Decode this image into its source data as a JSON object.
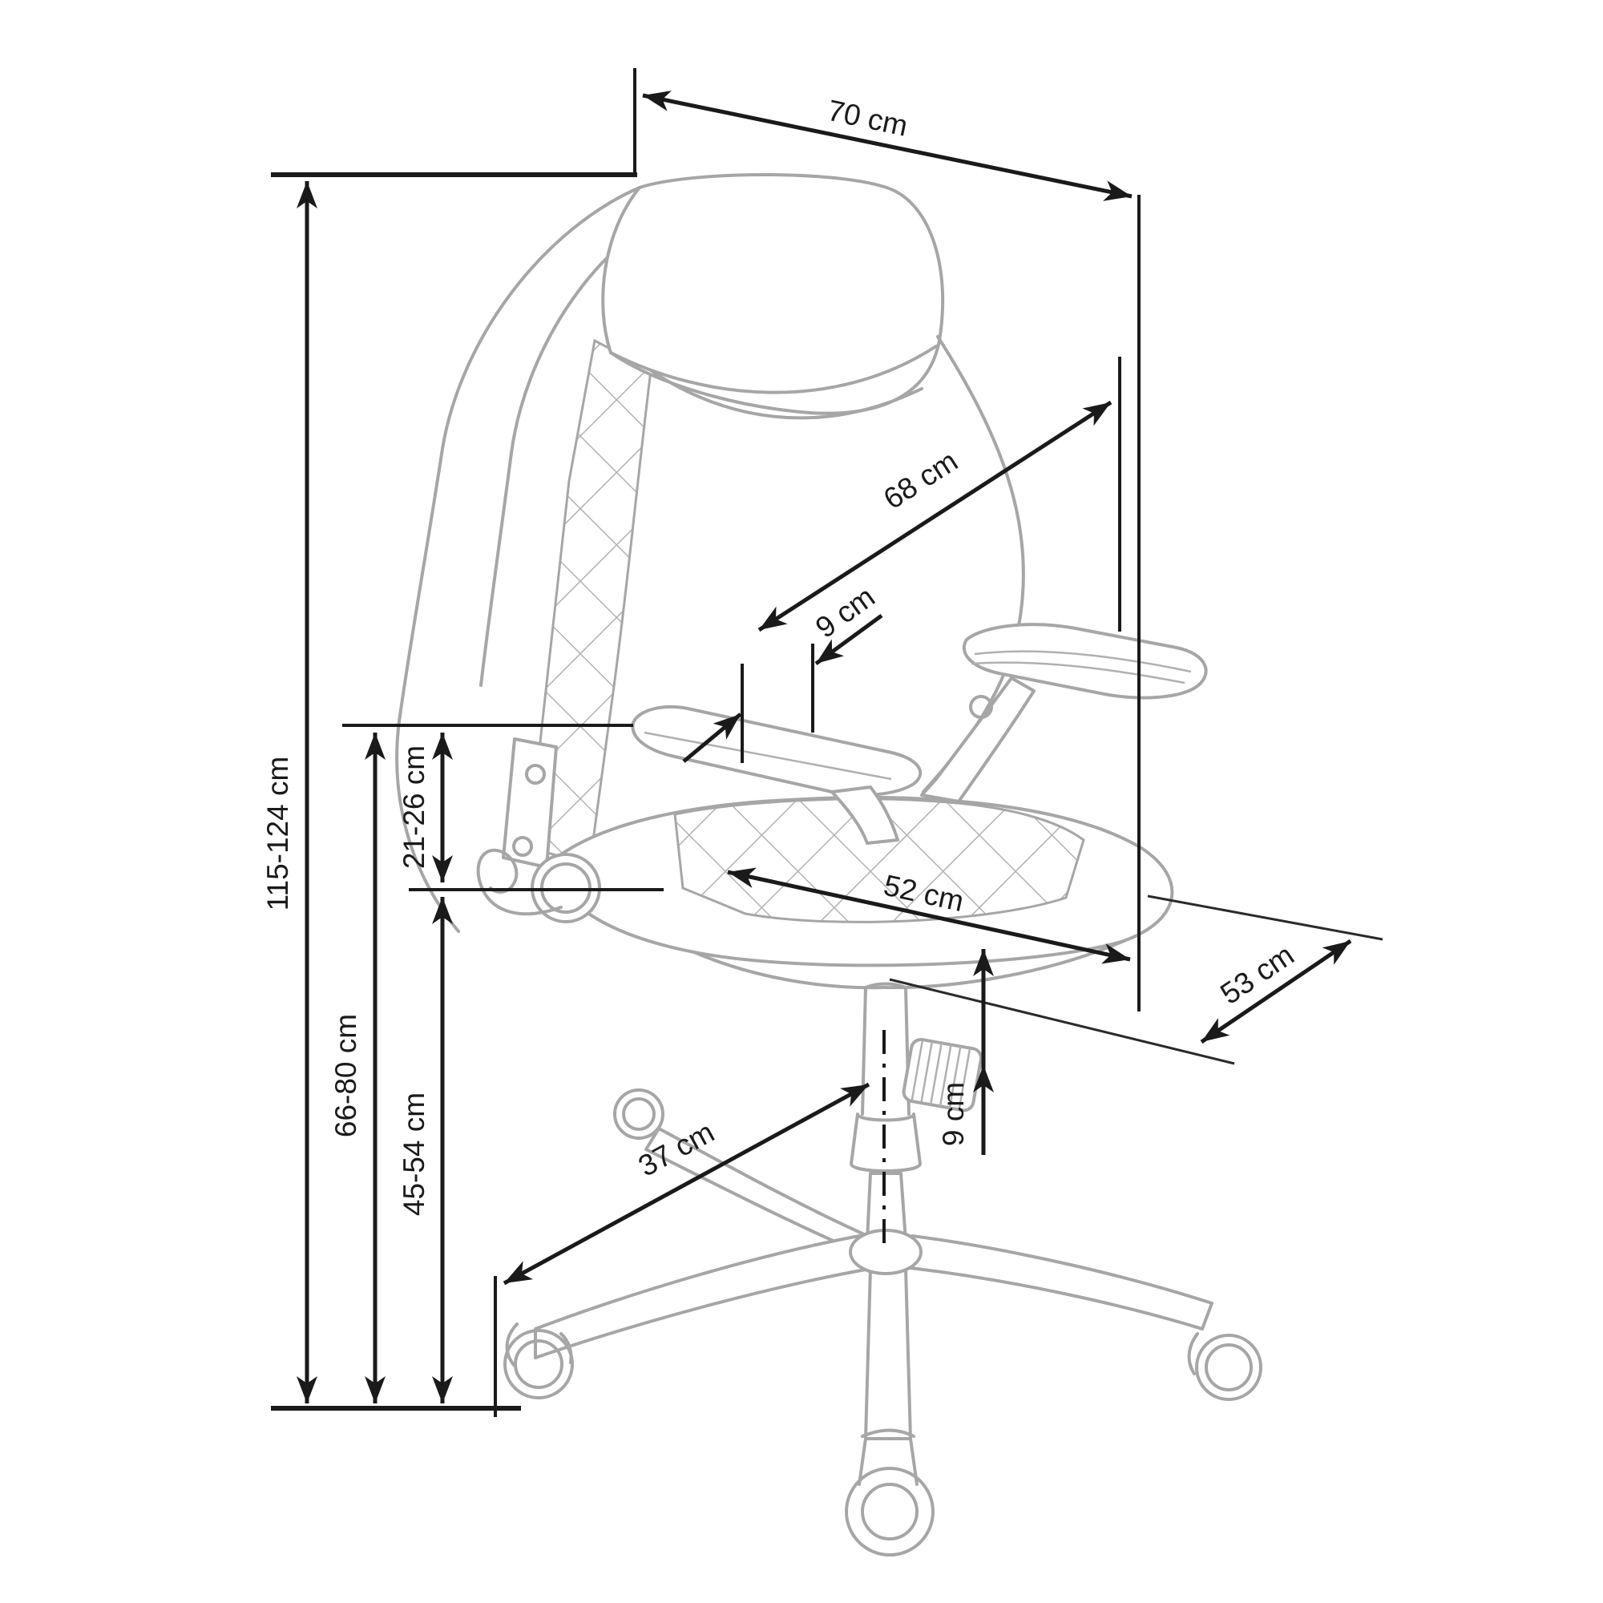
{
  "diagram": {
    "subject": "office-chair-side-view-dimension-drawing",
    "unit": "cm",
    "colors": {
      "dimension_ink": "#1a1a1a",
      "chair_outline": "#a6a6a6",
      "background": "#ffffff"
    },
    "dims": {
      "overall_width": {
        "label": "70 cm"
      },
      "backrest_height": {
        "label": "68 cm"
      },
      "armrest_pad_depth": {
        "label": "9 cm"
      },
      "overall_height": {
        "label": "115-124 cm"
      },
      "armrest_above_seat": {
        "label": "21-26 cm"
      },
      "armrest_height_from_floor": {
        "label": "66-80 cm"
      },
      "seat_height": {
        "label": "45-54 cm"
      },
      "seat_depth": {
        "label": "52 cm"
      },
      "seat_width": {
        "label": "53 cm"
      },
      "base_leg_length": {
        "label": "37 cm"
      },
      "height_adjustment_range": {
        "label": "9 cm"
      }
    }
  }
}
